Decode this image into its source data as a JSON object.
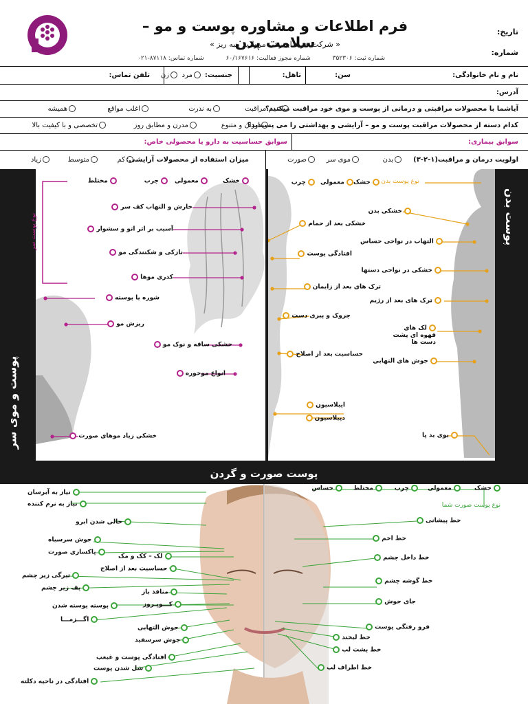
{
  "header": {
    "title": "فرم اطلاعات و مشاوره پوست و مو – سلامت بدن",
    "subtitle": "« شرکت خرید اینترنتی مروارید پنبه ریز »",
    "reg_no": "شماره ثبت: ۳۵۲۳۰۶",
    "permit_no": "شماره مجوز فعالیت: ۶۰/۱۶۷۶۱۶",
    "contact_no": "شماره تماس: ۸۷۱۱۸-۰۲۱",
    "date_label": "تاریخ:",
    "number_label": "شماره:"
  },
  "form": {
    "name_label": "نام و نام خانوادگی:",
    "age_label": "سن:",
    "marital_label": "تاهل:",
    "gender_label": "جنسیت:",
    "gender_male": "مرد",
    "gender_female": "زن",
    "phone_label": "تلفن تماس:",
    "address_label": "آدرس:",
    "q1": "آیاشما با محصولات مراقبتی و درمانی از پوست و موی خود مراقبت میکنید؟",
    "q1_options": [
      "عدم مراقبت",
      "به ندرت",
      "اغلب مواقع",
      "همیشه"
    ],
    "q2": "کدام دسته از محصولات مراقبت پوست و مو – آرایشی و بهداشتی را می پسندید؟",
    "q2_options": [
      "ارزان و متنوع",
      "مدرن و مطابق روز",
      "تخصصی و با کیفیت بالا"
    ],
    "medical_label": "سوابق بیماری:",
    "allergy_label": "سوابق حساسیت به دارو یا محصولی خاص:",
    "priority_label": "اولویت درمان و مراقبت(۱-۲-۳)",
    "priority_options": [
      "بدن",
      "موی سر",
      "صورت"
    ],
    "usage_label": "میزان استفاده از محصولات آرایشی:",
    "usage_options": [
      "کم",
      "متوسط",
      "زیاد"
    ]
  },
  "colors": {
    "magenta": "#b4228c",
    "orange": "#e6a118",
    "green": "#3aa53a",
    "logo": "#8e1b7a"
  },
  "hair_panel": {
    "side_title": "پوست و موی سر",
    "scalp_type_title": "نوع پوست سر",
    "scalp_types": [
      "خشک",
      "معمولی",
      "چرب",
      "مختلط"
    ],
    "items": [
      "خارش و التهاب کف سر",
      "آسیب بر اثر اتو و سشوار",
      "نازکی و شکنندگی مو",
      "کدری موها",
      "شوره یا پوسته",
      "ریزش مو",
      "خشکی ساقه و نوک مو",
      "انواع موخوره",
      "خشکی زیاد موهای صورت"
    ]
  },
  "body_panel": {
    "side_title": "پوست بدن",
    "skin_type_title": "نوع پوست بدن",
    "skin_types": [
      "خشک",
      "معمولی",
      "چرب"
    ],
    "items": [
      "خشکی بدن",
      "خشکی بعد از حمام",
      "التهاب در نواحی حساس",
      "افتادگی پوست",
      "خشکی در نواحی دستها",
      "ترک های بعد از زایمان",
      "ترک های بعد از رژیم",
      "چروک و پیری دست",
      "لک های قهوه ای پشت دست ها",
      "حساسیت بعد از اصلاح",
      "جوش های التهابی",
      "اپیلاسیون",
      "دپیلاسیون",
      "بوی بد پا"
    ]
  },
  "face": {
    "title": "پوست صورت و گردن",
    "skin_type_title": "نوع پوست صورت شما",
    "skin_types": [
      "خشک",
      "معمولی",
      "چرب",
      "مختلط",
      "حساس"
    ],
    "left_items": [
      "نیاز به آبرسان",
      "نیاز به نرم کننده",
      "خالی شدن ابرو",
      "جوش سرسیاه",
      "پاکسازی صورت",
      "لک – کک و مک",
      "حساسیت بعد از اصلاح",
      "تیرگی زیر چشم",
      "پف زیر چشم",
      "منافذ باز",
      "کـــوپـروز",
      "پوسته پوسته شدن",
      "اگـــزمـــا",
      "جوش التهابی",
      "جوش سرسفید",
      "افتادگی پوست و غبغب",
      "شل شدن پوست",
      "افتادگی در ناحیه دکلته"
    ],
    "right_items": [
      "خط پیشانی",
      "خط اخم",
      "خط داخل چشم",
      "خط گوشه چشم",
      "جای جوش",
      "فرو رفتگی پوست",
      "خط لبخند",
      "خط پشت لب",
      "خط اطراف لب"
    ]
  }
}
